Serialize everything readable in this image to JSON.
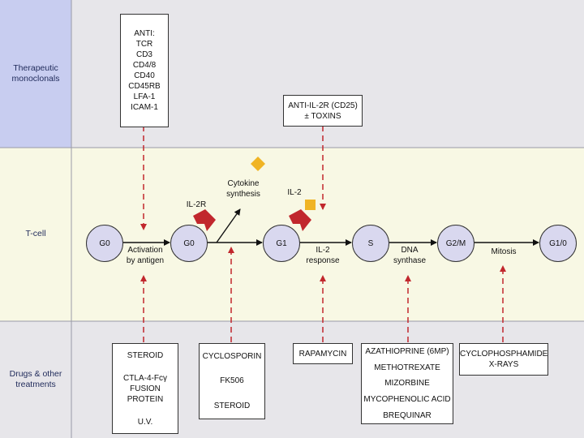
{
  "colors": {
    "label_column": "#c8cdf0",
    "monoclonal_band": "#e7e6ea",
    "tcell_band": "#f8f8e4",
    "drugs_band": "#e7e6ea",
    "node_fill": "#d9d8ef",
    "receptor": "#c1272d",
    "ligand": "#f0b424",
    "dashed_arrow": "#c1272d"
  },
  "rows": {
    "monoclonals": "Therapeutic monoclonals",
    "tcell": "T-cell",
    "drugs": "Drugs & other treatments"
  },
  "monoclonal_boxes": {
    "anti": [
      "ANTI:",
      "TCR",
      "CD3",
      "CD4/8",
      "CD40",
      "CD45RB",
      "LFA-1",
      "ICAM-1"
    ],
    "anti_il2r": [
      "ANTI-IL-2R (CD25)",
      "± TOXINS"
    ]
  },
  "nodes": {
    "g0_first": "G0",
    "g0_second": "G0",
    "g1": "G1",
    "s": "S",
    "g2m": "G2/M",
    "g1_0": "G1/0"
  },
  "annotations": {
    "activation": [
      "Activation",
      "by antigen"
    ],
    "il2r": "IL-2R",
    "cytokine": [
      "Cytokine",
      "synthesis"
    ],
    "il2": "IL-2",
    "il2_response": [
      "IL-2",
      "response"
    ],
    "dna": [
      "DNA",
      "synthase"
    ],
    "mitosis": "Mitosis"
  },
  "drug_boxes": {
    "steroid": [
      "STEROID",
      "CTLA-4-Fcγ",
      "FUSION PROTEIN",
      "U.V."
    ],
    "cyclosporin": [
      "CYCLOSPORIN",
      "FK506",
      "STEROID"
    ],
    "rapamycin": [
      "RAPAMYCIN"
    ],
    "azathioprine": [
      "AZATHIOPRINE (6MP)",
      "METHOTREXATE",
      "MIZORBINE",
      "MYCOPHENOLIC ACID",
      "BREQUINAR"
    ],
    "cyclophosphamide": [
      "CYCLOPHOSPHAMIDE",
      "X-RAYS"
    ]
  }
}
